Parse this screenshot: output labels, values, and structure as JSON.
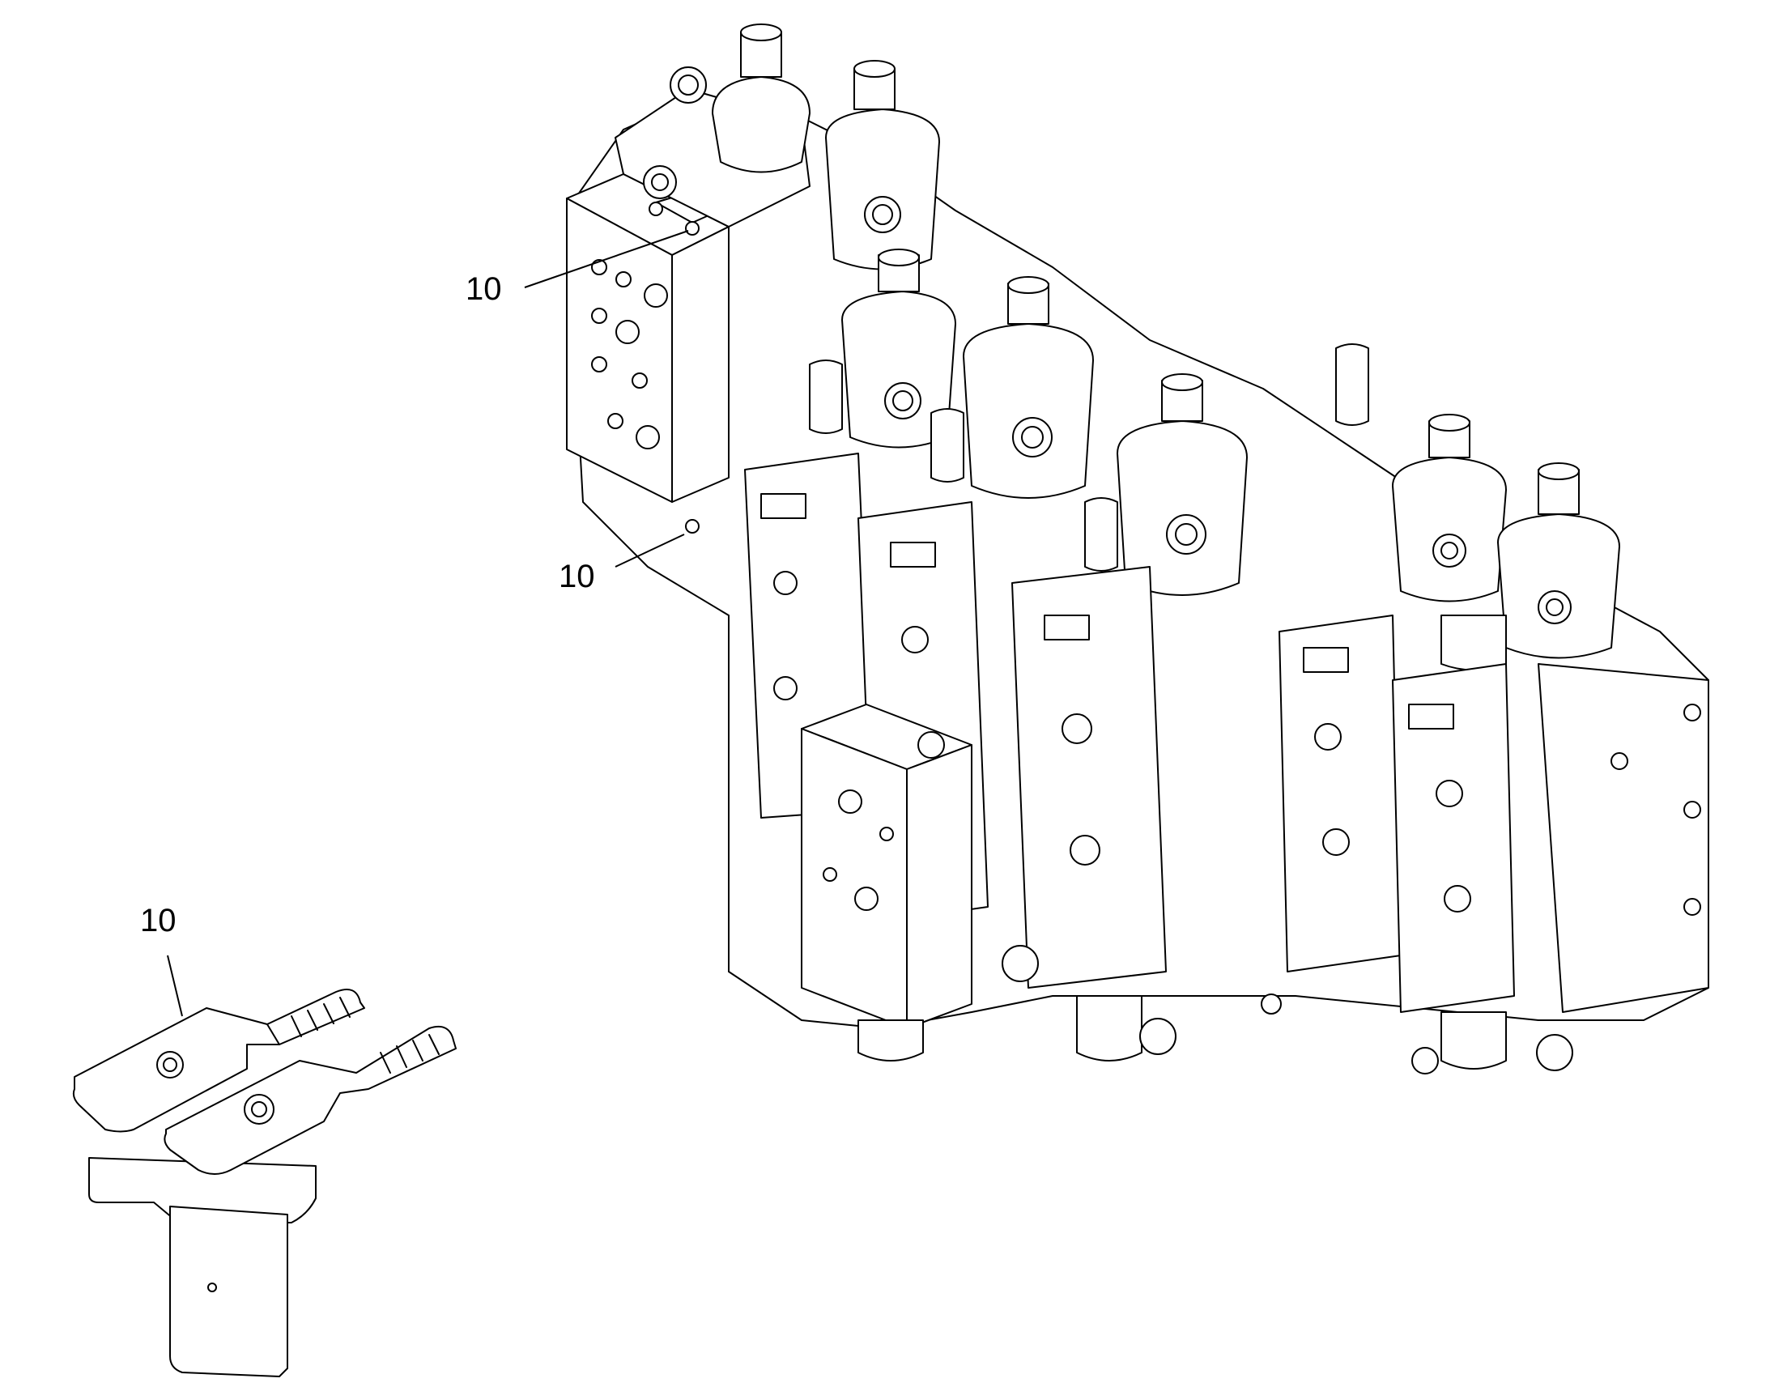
{
  "callouts": {
    "top_upper": "10",
    "top_lower": "10",
    "detail": "10"
  },
  "colors": {
    "line": "#000000",
    "background": "#ffffff"
  }
}
